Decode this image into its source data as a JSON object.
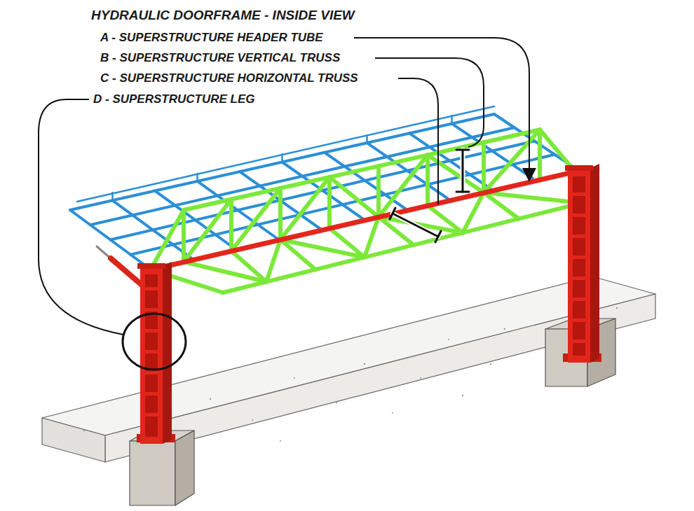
{
  "diagram": {
    "title": "HYDRAULIC DOORFRAME - INSIDE VIEW",
    "labels": [
      "A - SUPERSTRUCTURE HEADER TUBE",
      "B - SUPERSTRUCTURE VERTICAL TRUSS",
      "C - SUPERSTRUCTURE HORIZONTAL TRUSS",
      "D - SUPERSTRUCTURE LEG"
    ]
  }
}
